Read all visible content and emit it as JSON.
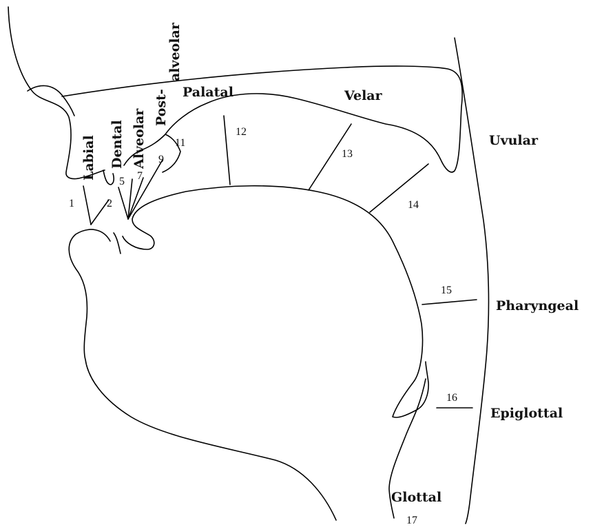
{
  "diagram": {
    "regions": {
      "labial": "Labial",
      "dental": "Dental",
      "alveolar": "Alveolar",
      "post": "Post-",
      "alveolar2": "alveolar",
      "palatal": "Palatal",
      "velar": "Velar",
      "uvular": "Uvular",
      "pharyngeal": "Pharyngeal",
      "epiglottal": "Epiglottal",
      "glottal": "Glottal"
    },
    "numbers": {
      "n1": "1",
      "n2": "2",
      "n5": "5",
      "n7": "7",
      "n9": "9",
      "n11": "11",
      "n12": "12",
      "n13": "13",
      "n14": "14",
      "n15": "15",
      "n16": "16",
      "n17": "17"
    }
  }
}
